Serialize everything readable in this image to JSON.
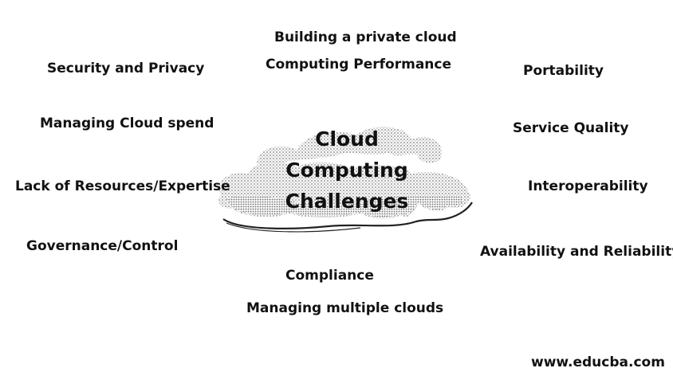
{
  "center": {
    "line1": "Cloud",
    "line2": "Computing",
    "line3": "Challenges"
  },
  "challenges": {
    "building_private_cloud": "Building a private cloud",
    "computing_performance": "Computing Performance",
    "security_privacy": "Security and Privacy",
    "portability": "Portability",
    "managing_cloud_spend": "Managing Cloud spend",
    "service_quality": "Service Quality",
    "lack_of_resources": "Lack of Resources/Expertise",
    "interoperability": "Interoperability",
    "governance_control": "Governance/Control",
    "availability_reliability": "Availability and Reliability",
    "compliance": "Compliance",
    "managing_multiple_clouds": "Managing multiple clouds"
  },
  "watermark": "www.educba.com",
  "colors": {
    "text": "#111111",
    "cloud_fill": "#dcdcdc",
    "cloud_outline": "#222222",
    "background": "#ffffff"
  }
}
